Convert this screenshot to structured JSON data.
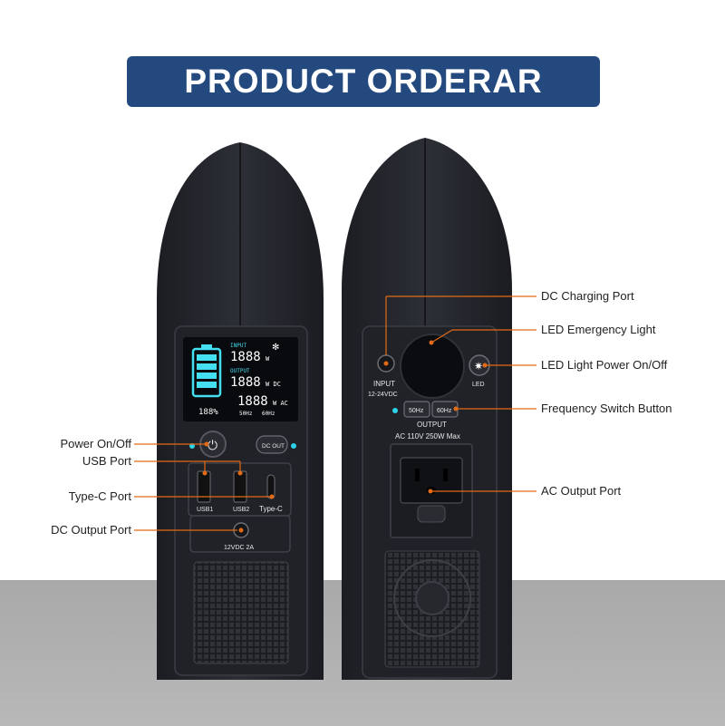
{
  "banner": {
    "title": "PRODUCT ORDERAR"
  },
  "colors": {
    "banner": "#23497f",
    "callout": "#e36a16",
    "indicator": "#2ed3e8",
    "device": "#24262c"
  },
  "front": {
    "lcd": {
      "input_label": "INPUT",
      "input_value": "1888",
      "output_label": "OUTPUT",
      "output_dc_value": "1888",
      "output_ac_value": "1888",
      "unit_w": "W",
      "unit_dc": "DC",
      "unit_ac": "AC",
      "battery_pct": "188%",
      "hz50": "50Hz",
      "hz60": "60Hz"
    },
    "dc_out_button": "DC OUT",
    "usb1": "USB1",
    "usb2": "USB2",
    "typec": "Type-C",
    "dc_output_rating": "12VDC 2A"
  },
  "back": {
    "input_label": "INPUT",
    "input_rating": "12-24VDC",
    "led_label": "LED",
    "hz50_button": "50Hz",
    "hz60_button": "60Hz",
    "output_label": "OUTPUT",
    "ac_rating": "AC 110V 250W Max"
  },
  "callouts_left": {
    "power": "Power On/Off",
    "usb": "USB Port",
    "typec": "Type-C Port",
    "dc_output": "DC Output Port"
  },
  "callouts_right": {
    "dc_charging": "DC Charging Port",
    "led_emergency": "LED Emergency Light",
    "led_power": "LED Light Power On/Off",
    "frequency": "Frequency Switch Button",
    "ac_output": "AC Output Port"
  }
}
